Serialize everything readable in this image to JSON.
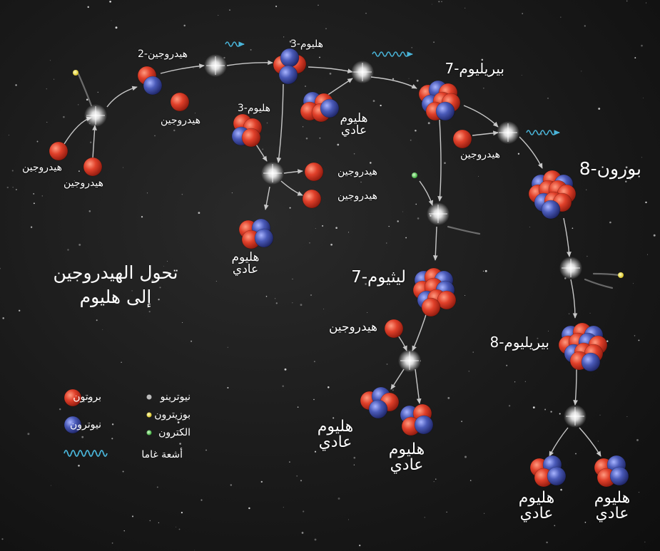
{
  "title": {
    "line1": "تحول الهيدروجين",
    "line2": "إلى هليوم"
  },
  "labels": {
    "h2": "هيدروجين-2",
    "he3_top": "هليوم-3",
    "he3_mid": "هليوم-3",
    "be7": "بيريليوم-7",
    "b8": "بورون-8",
    "li7": "ليثيوم-7",
    "be8": "بيريليوم-8",
    "hyd_a": "هيدروجين",
    "hyd_b": "هيدروجين",
    "hyd_c": "هيدروجين",
    "hyd_d": "هيدروجين",
    "hyd_e": "هيدروجين",
    "hyd_f": "هيدروجين",
    "hyd_g": "هيدروجين",
    "he4_1": {
      "l1": "هليوم",
      "l2": "عادي"
    },
    "he4_2": {
      "l1": "هليوم",
      "l2": "عادي"
    },
    "he4_3": {
      "l1": "هليوم",
      "l2": "عادي"
    },
    "he4_4": {
      "l1": "هليوم",
      "l2": "عادي"
    },
    "he4_5": {
      "l1": "هليوم",
      "l2": "عادي"
    },
    "he4_6": {
      "l1": "هليوم",
      "l2": "عادي"
    }
  },
  "legend": {
    "proton": "بروتون",
    "neutron": "نيوترون",
    "neutrino": "نيوترينو",
    "positron": "بوزيترون",
    "electron": "الكترون",
    "gamma": "أشعة غاما"
  },
  "colors": {
    "proton": "#e0402a",
    "neutron": "#4a5ab8",
    "positron": "#f2e34a",
    "electron": "#6fd06a",
    "gamma": "#49b4d8",
    "arrow": "#c8c8c8",
    "background": "#1a1a1a"
  }
}
